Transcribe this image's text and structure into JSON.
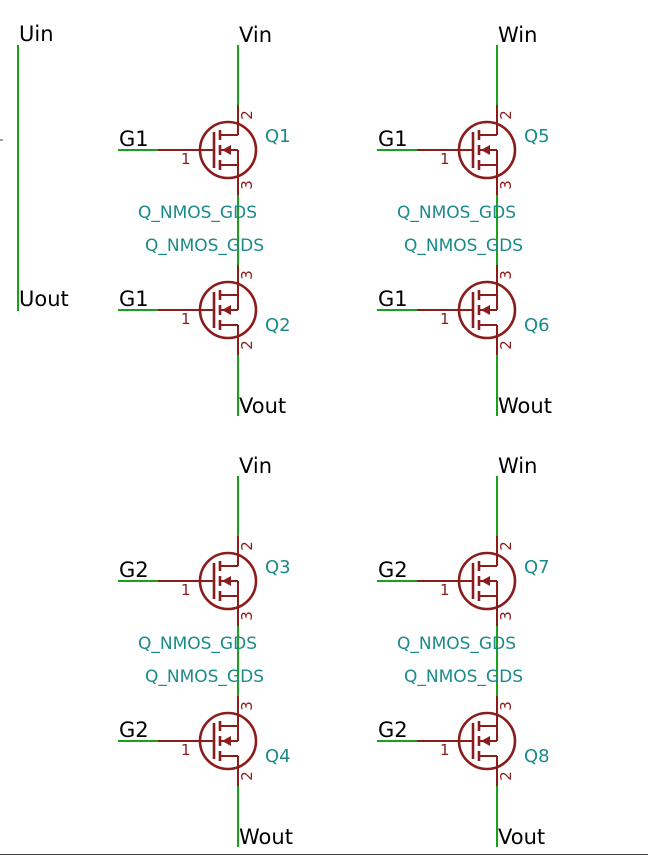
{
  "side_nets": {
    "top": "Uin",
    "bottom": "Uout"
  },
  "transistor_value": "Q_NMOS_GDS",
  "pins": {
    "gate": "1",
    "drain": "2",
    "source": "3"
  },
  "blocks": [
    {
      "top_net": "Vin",
      "bottom_net": "Vout",
      "upper": {
        "ref": "Q1",
        "gate_net": "G1"
      },
      "lower": {
        "ref": "Q2",
        "gate_net": "G1"
      }
    },
    {
      "top_net": "Win",
      "bottom_net": "Wout",
      "upper": {
        "ref": "Q5",
        "gate_net": "G1"
      },
      "lower": {
        "ref": "Q6",
        "gate_net": "G1"
      }
    },
    {
      "top_net": "Vin",
      "bottom_net": "Wout",
      "upper": {
        "ref": "Q3",
        "gate_net": "G2"
      },
      "lower": {
        "ref": "Q4",
        "gate_net": "G2"
      }
    },
    {
      "top_net": "Win",
      "bottom_net": "Vout",
      "upper": {
        "ref": "Q7",
        "gate_net": "G2"
      },
      "lower": {
        "ref": "Q8",
        "gate_net": "G2"
      }
    }
  ]
}
